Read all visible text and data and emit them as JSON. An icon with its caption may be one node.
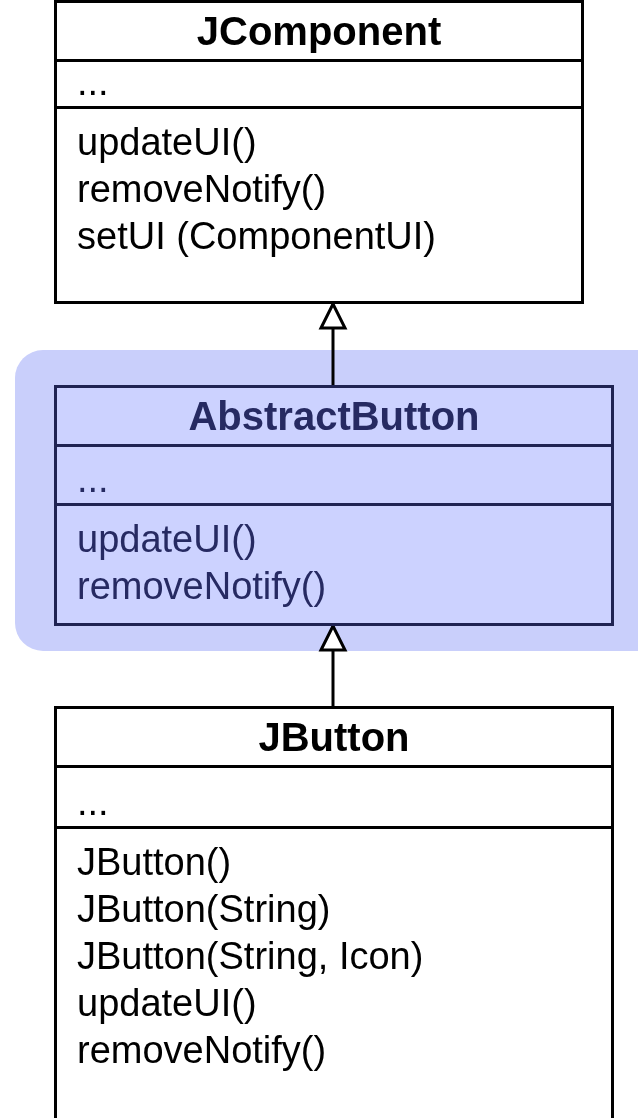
{
  "diagram": {
    "nodes": [
      {
        "text": [
          "JComponent",
          "...",
          "updateUI()",
          "removeNotify()",
          "setUI (ComponentUI)"
        ]
      },
      {
        "text": [
          "AbstractButton",
          "...",
          "updateUI()",
          "removeNotify()"
        ]
      },
      {
        "text": [
          "JButton",
          "...",
          "JButton()",
          "JButton(String)",
          "JButton(String, Icon)",
          "updateUI()",
          "removeNotify()"
        ]
      }
    ],
    "edges": [
      {
        "from": 1,
        "to": 0,
        "arrow": "to"
      },
      {
        "from": 2,
        "to": 1,
        "arrow": "to"
      }
    ]
  }
}
